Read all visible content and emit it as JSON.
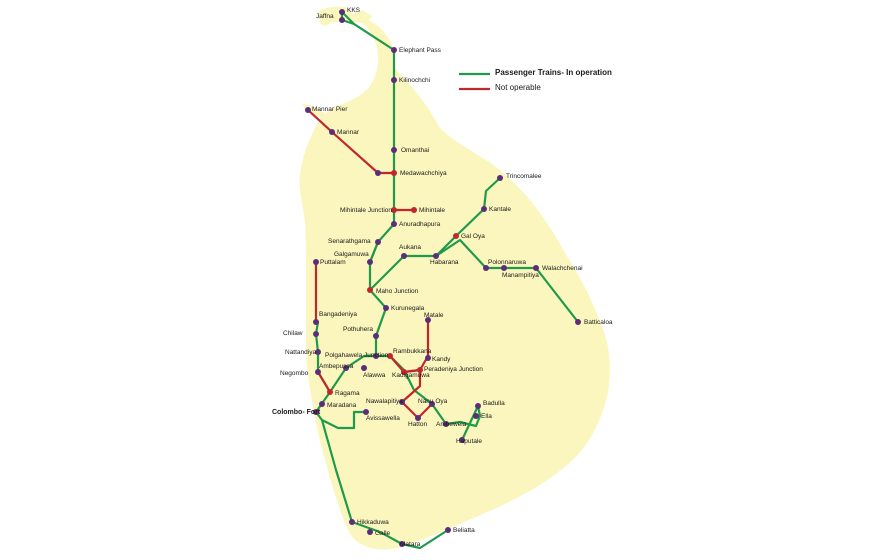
{
  "colors": {
    "operational": "#1f9a4a",
    "not_operable": "#c0272d",
    "station_dot": "#5b2d7a",
    "junction_dot": "#c0272d",
    "island": "#fbf6bd"
  },
  "legend": {
    "operational_label": "Passenger Trains- In operation",
    "not_operable_label": "Not operable"
  },
  "stations": {
    "kks": "KKS",
    "jaffna": "Jaffna",
    "elephant_pass": "Elephant Pass",
    "kilinochchi": "Kilinochchi",
    "mannar_pier": "Mannar Pier",
    "mannar": "Mannar",
    "omanthai": "Omanthai",
    "medawachchiya": "Medawachchiya",
    "mihintale_junction": "Mihintale Junction",
    "mihintale": "Mihintale",
    "anuradhapura": "Anuradhapura",
    "senarathgama": "Senarathgama",
    "galgamuwa": "Galgamuwa",
    "aukana": "Aukana",
    "gal_oya": "Gal Oya",
    "habarana": "Habarana",
    "trincomalee": "Trincomalee",
    "kantale": "Kantale",
    "puttalam": "Puttalam",
    "polonnaruwa": "Polonnaruwa",
    "manampitiya": "Manampitiya",
    "walachchenai": "Walachchenai",
    "maho_junction": "Maho Junction",
    "kurunegala": "Kurunegala",
    "bangadeniya": "Bangadeniya",
    "batticaloa": "Batticaloa",
    "chilaw": "Chilaw",
    "pothuhera": "Pothuhera",
    "matale": "Matale",
    "nattandiya": "Nattandiya",
    "polgahawela_junction": "Polgahawela Junction",
    "rambukkana": "Rambukkana",
    "kandy": "Kandy",
    "ambepussa": "Ambepussa",
    "negombo": "Negombo",
    "alawwa": "Alawwa",
    "kadigamuwa": "Kadigamuwa",
    "peradeniya_junction": "Peradeniya Junction",
    "ragama": "Ragama",
    "badulla": "Badulla",
    "nawalapitiya": "Nawalapitiya",
    "nanu_oya": "Nanu Oya",
    "maradana": "Maradana",
    "ella": "Ella",
    "colombo_fort": "Colombo- Fort",
    "avissawella": "Avissawella",
    "ambewela": "Ambewela",
    "hatton": "Hatton",
    "haputale": "Haputale",
    "hikkaduwa": "Hikkaduwa",
    "galle": "Galle",
    "beliatta": "Beliatta",
    "matara": "Matara"
  }
}
